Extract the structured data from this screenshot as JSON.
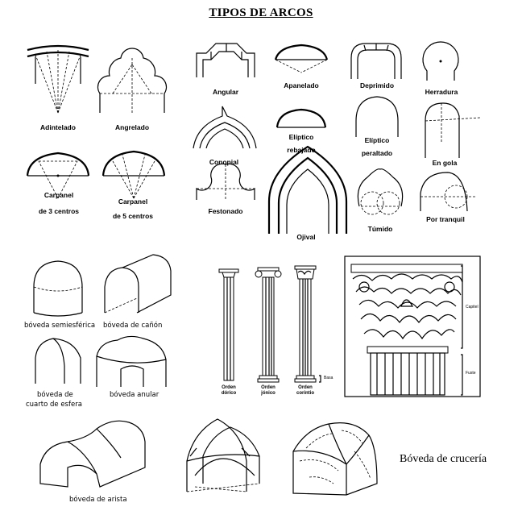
{
  "title": "TIPOS DE ARCOS",
  "arches": {
    "adintelado": "Adintelado",
    "angrelado": "Angrelado",
    "angular": "Angular",
    "apanelado": "Apanelado",
    "deprimido": "Deprimido",
    "herradura": "Herradura",
    "carpanel3_l1": "Carpanel",
    "carpanel3_l2": "de 3 centros",
    "carpanel5_l1": "Carpanel",
    "carpanel5_l2": "de 5 centros",
    "conopial": "Conopial",
    "eliptico_rebajado_l1": "Elíptico",
    "eliptico_rebajado_l2": "rebajado",
    "eliptico_peraltado_l1": "Elíptico",
    "eliptico_peraltado_l2": "peraltado",
    "en_gola": "En gola",
    "festonado": "Festonado",
    "ojival": "Ojival",
    "tumido": "Túmido",
    "por_tranquil": "Por tranquil"
  },
  "vaults": {
    "semiesferica": "bóveda semiesférica",
    "canon": "bóveda de cañón",
    "cuarto_esfera_l1": "bóveda de",
    "cuarto_esfera_l2": "cuarto de esfera",
    "anular": "bóveda anular",
    "arista": "bóveda de arista",
    "cruceria": "Bóveda de crucería"
  },
  "orders": {
    "dorico_l1": "Orden",
    "dorico_l2": "dórico",
    "jonico_l1": "Orden",
    "jonico_l2": "jónico",
    "corintio_l1": "Orden",
    "corintio_l2": "corintio",
    "basa": "Basa",
    "capitel": "Capitel",
    "fuste": "Fuste"
  }
}
